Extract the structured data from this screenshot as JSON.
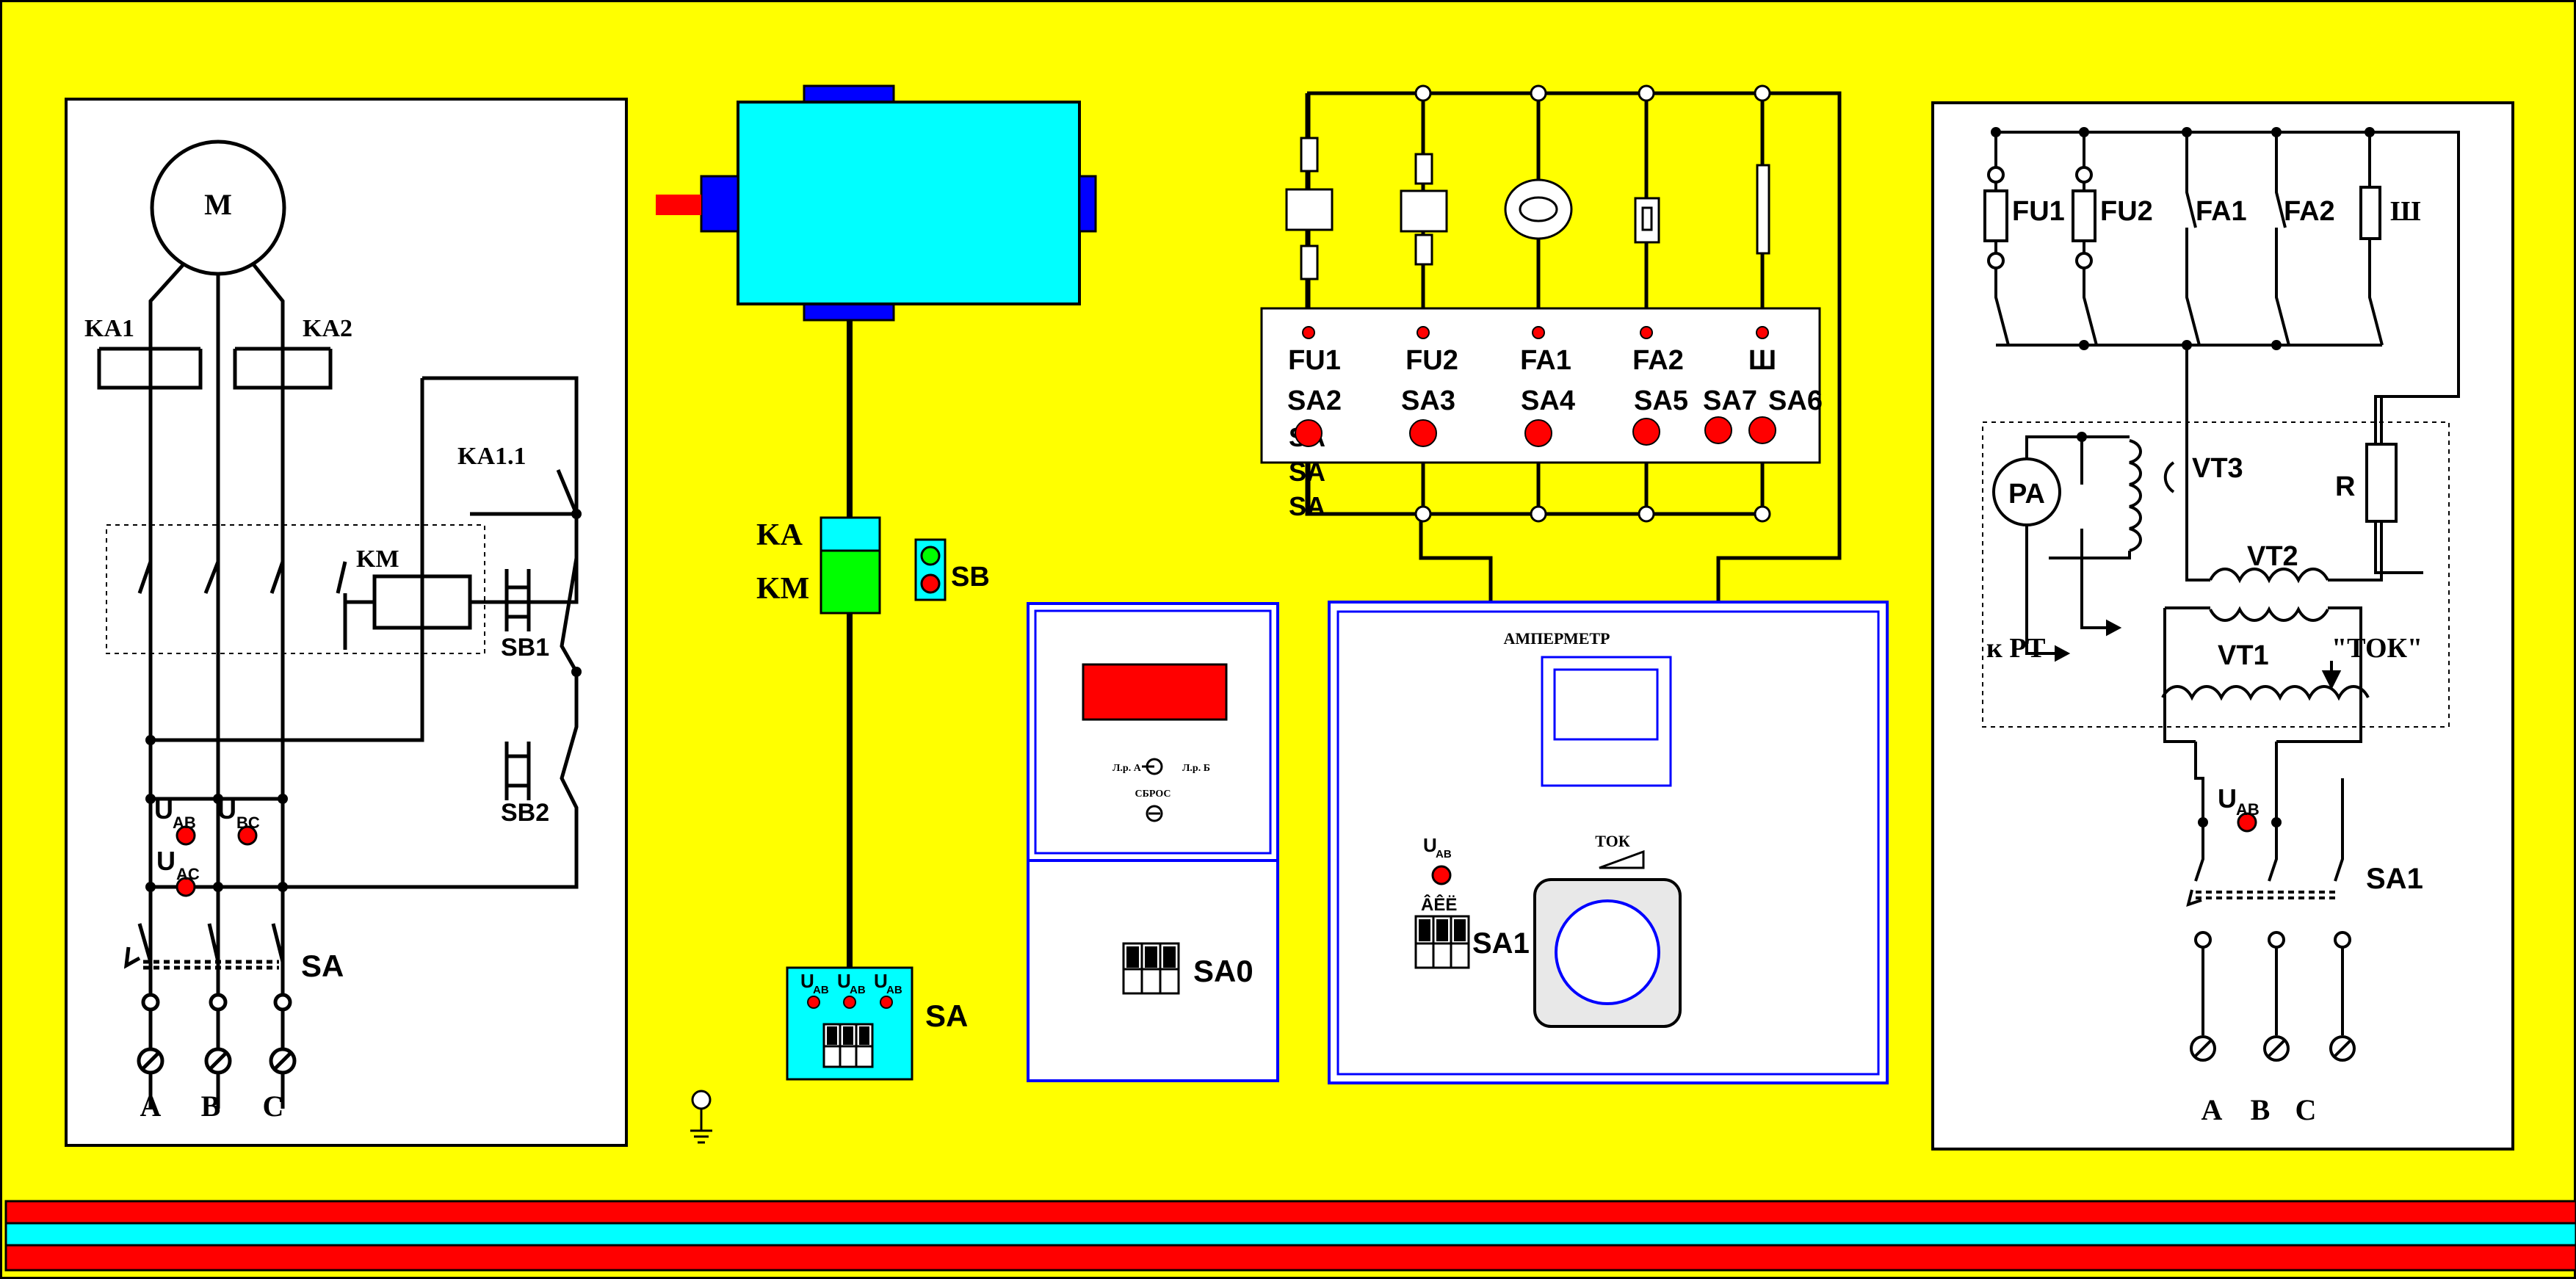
{
  "colors": {
    "background": "#ffff00",
    "panel": "#ffffff",
    "motor_body": "#00ffff",
    "motor_cap": "#0000ff",
    "shaft": "#ff0000",
    "indicator": "#ff0000",
    "contactor_top": "#00ffff",
    "contactor_bottom": "#00ff00",
    "lamp_green": "#00ff00",
    "frame_blue": "#0000ff",
    "stripe_red": "#ff0000",
    "stripe_cyan": "#00ffff"
  },
  "left_schematic": {
    "motor": "M",
    "relay1": "KA1",
    "relay2": "KA2",
    "relay_contact": "KA1.1",
    "contactor": "KM",
    "button1": "SB1",
    "button2": "SB2",
    "voltage_ab": "U",
    "voltage_ab_sub": "AB",
    "voltage_bc": "U",
    "voltage_bc_sub": "BC",
    "voltage_ac": "U",
    "voltage_ac_sub": "AC",
    "switch": "SA",
    "phase_a": "A",
    "phase_b": "B",
    "phase_c": "C"
  },
  "center_unit": {
    "label_ka": "KA",
    "label_km": "KM",
    "label_sb": "SB",
    "sa_label": "SA",
    "u_ab_1": "U",
    "u_ab_1_sub": "AB",
    "u_ab_2": "U",
    "u_ab_2_sub": "AB",
    "u_ab_3": "U",
    "u_ab_3_sub": "AB"
  },
  "protection_panel": {
    "labels_top": [
      "FU1",
      "FU2",
      "FA1",
      "FA2",
      "Ш"
    ],
    "labels_bottom": [
      "SA2",
      "SA3",
      "SA4",
      "SA5",
      "SA7",
      "SA6"
    ],
    "side_labels": [
      "SA",
      "SA",
      "SA"
    ]
  },
  "control_box": {
    "switch_left": "Л.р. А",
    "switch_right": "Л.р. Б",
    "reset": "СБРОС",
    "sa0": "SA0"
  },
  "ammeter_box": {
    "title": "АМПЕРМЕТР",
    "u_label": "U",
    "u_sub": "AB",
    "garbled": "ÂÊË",
    "sa1": "SA1",
    "tok": "ТОК"
  },
  "right_schematic": {
    "fu1": "FU1",
    "fu2": "FU2",
    "fa1": "FA1",
    "fa2": "FA2",
    "sh": "Ш",
    "pa": "PA",
    "vt3": "VT3",
    "r": "R",
    "vt2": "VT2",
    "vt1": "VT1",
    "k_rt": "к РТ",
    "tok": "\"ТОК\"",
    "u_label": "U",
    "u_sub": "AB",
    "sa1": "SA1",
    "phase_a": "A",
    "phase_b": "B",
    "phase_c": "C"
  }
}
